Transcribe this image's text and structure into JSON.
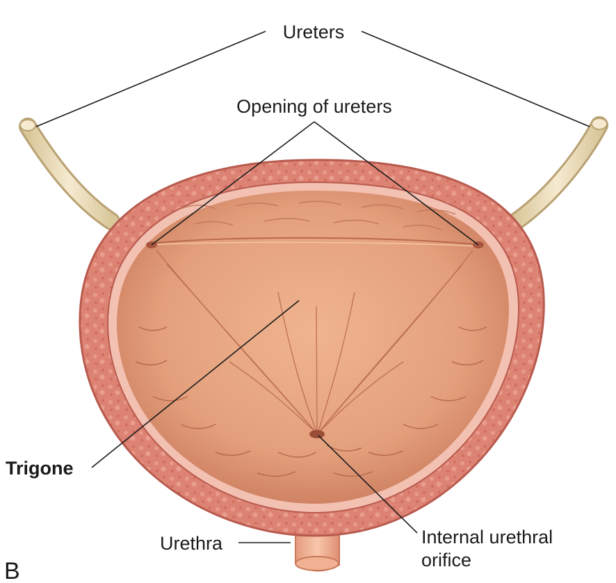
{
  "figure": {
    "panel_letter": "B",
    "labels": {
      "ureters": "Ureters",
      "opening_of_ureters": "Opening of ureters",
      "trigone": "Trigone",
      "urethra": "Urethra",
      "internal_urethral_orifice_line1": "Internal urethral",
      "internal_urethral_orifice_line2": "orifice"
    },
    "colors": {
      "wall_outer": "#d9796c",
      "wall_inner": "#e89a8c",
      "lumen": "#e8a27c",
      "lumen_shadow": "#c9785a",
      "ureter": "#efe0b8",
      "urethra": "#f2b193"
    }
  }
}
